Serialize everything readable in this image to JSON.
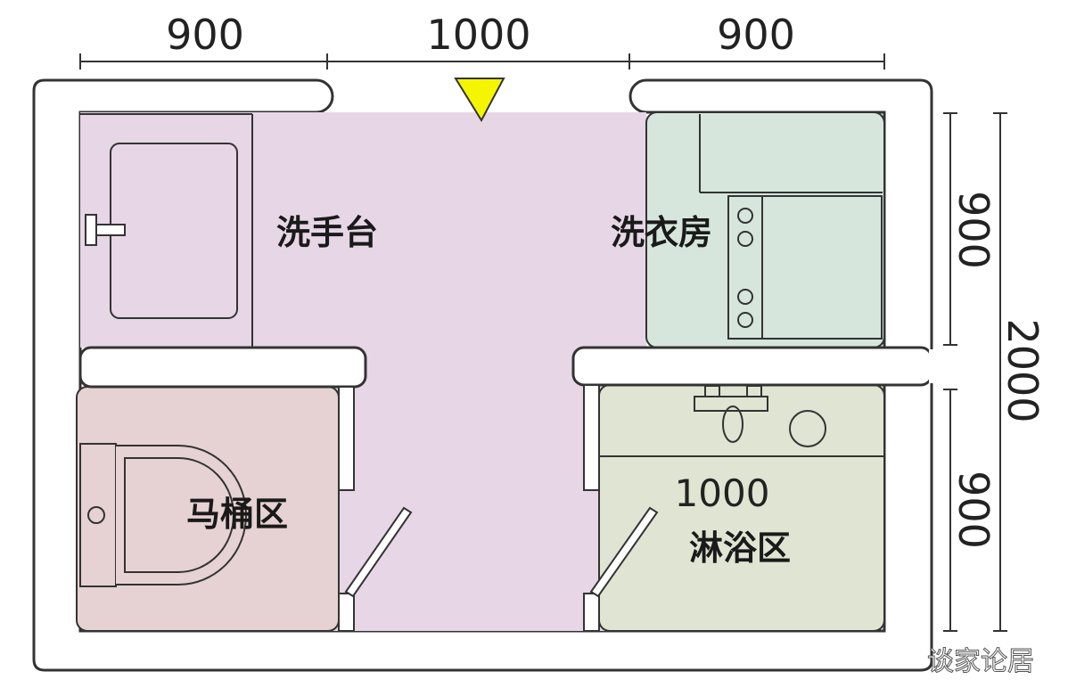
{
  "dimensions": {
    "top_left": "900",
    "top_middle": "1000",
    "top_right": "900",
    "right_upper": "900",
    "right_lower": "900",
    "right_total": "2000",
    "shower_width": "1000"
  },
  "rooms": {
    "washbasin": "洗手台",
    "laundry": "洗衣房",
    "toilet": "马桶区",
    "shower": "淋浴区"
  },
  "watermark": "谈家论居",
  "colors": {
    "wall_fill": "#ffffff",
    "wall_stroke": "#333333",
    "corridor": "#e6d6e6",
    "laundry": "#d6e6dc",
    "toilet": "#e6d2d2",
    "shower": "#e0e4d2",
    "entry_marker": "#f5f500"
  }
}
